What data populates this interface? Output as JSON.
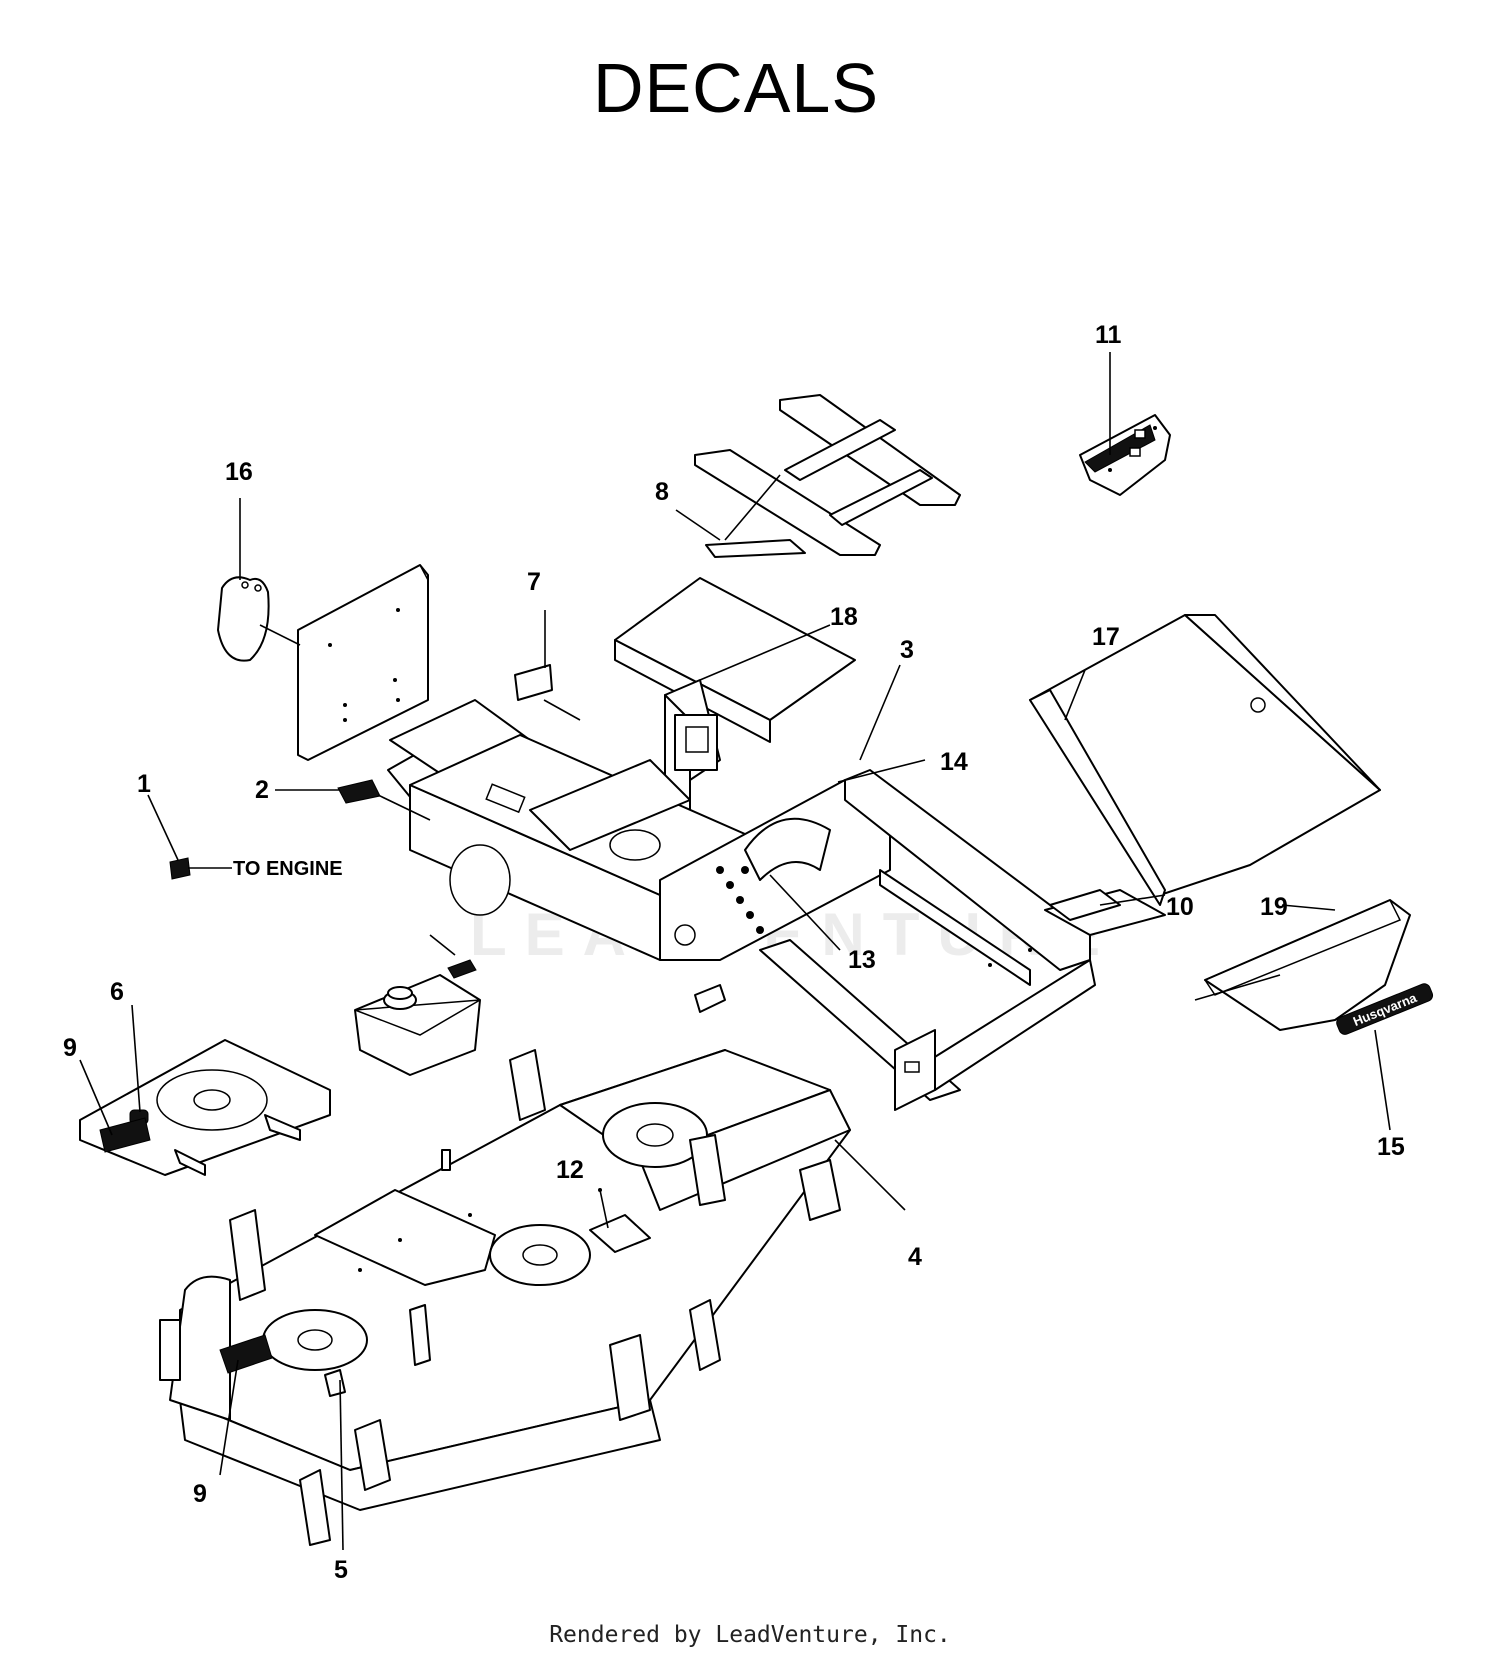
{
  "title": "DECALS",
  "footer": "Rendered by LeadVenture, Inc.",
  "watermark": "LEADVENTURE",
  "annotation": "TO ENGINE",
  "callouts": [
    "1",
    "2",
    "3",
    "4",
    "5",
    "6",
    "7",
    "8",
    "9",
    "9",
    "10",
    "11",
    "12",
    "13",
    "14",
    "15",
    "16",
    "17",
    "18",
    "19"
  ],
  "decal_15_logo": "Husqvarna"
}
